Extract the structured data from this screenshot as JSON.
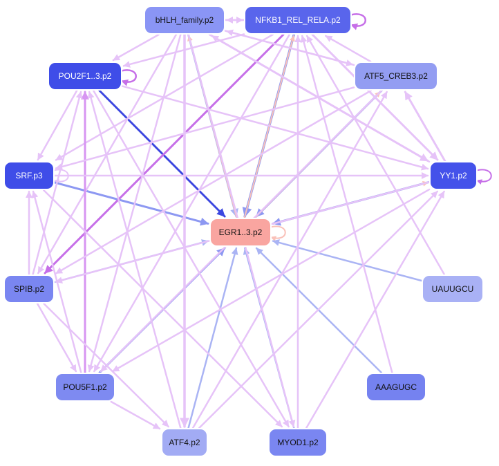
{
  "nodes": [
    {
      "id": "bHLH",
      "label": "bHLH_family.p2",
      "color": "#8a95f5",
      "text": "#111111"
    },
    {
      "id": "NFKB1",
      "label": "NFKB1_REL_RELA.p2",
      "color": "#5965ec",
      "text": "#ffffff"
    },
    {
      "id": "POU2F1",
      "label": "POU2F1..3.p2",
      "color": "#3f4de8",
      "text": "#ffffff"
    },
    {
      "id": "ATF5",
      "label": "ATF5_CREB3.p2",
      "color": "#939df2",
      "text": "#111111"
    },
    {
      "id": "SRF",
      "label": "SRF.p3",
      "color": "#3f4de8",
      "text": "#ffffff"
    },
    {
      "id": "YY1",
      "label": "YY1.p2",
      "color": "#4452ea",
      "text": "#ffffff"
    },
    {
      "id": "EGR1",
      "label": "EGR1..3.p2",
      "color": "#f9a5a0",
      "text": "#111111"
    },
    {
      "id": "SPIB",
      "label": "SPIB.p2",
      "color": "#7a86f1",
      "text": "#111111"
    },
    {
      "id": "UAUUGCU",
      "label": "UAUUGCU",
      "color": "#a9b1f5",
      "text": "#111111"
    },
    {
      "id": "POU5F1",
      "label": "POU5F1.p2",
      "color": "#7e8af1",
      "text": "#111111"
    },
    {
      "id": "AAAGUGC",
      "label": "AAAGUGC",
      "color": "#7582f0",
      "text": "#111111"
    },
    {
      "id": "ATF4",
      "label": "ATF4.p2",
      "color": "#a2abf4",
      "text": "#111111"
    },
    {
      "id": "MYOD1",
      "label": "MYOD1.p2",
      "color": "#7a86f1",
      "text": "#111111"
    }
  ],
  "edge_colors": {
    "violet": "#e6c3f8",
    "violet_mid": "#d795f2",
    "violet_strong": "#c66fe8",
    "blue_light": "#aab4f4",
    "blue_mid": "#8d98f2",
    "blue_strong": "#3c47e0",
    "salmon": "#f9c1b9"
  },
  "edges": [
    {
      "from": "EGR1",
      "to": "EGR1",
      "color": "salmon",
      "w": 2
    },
    {
      "from": "POU2F1",
      "to": "POU2F1",
      "color": "violet_strong",
      "w": 2.5
    },
    {
      "from": "NFKB1",
      "to": "NFKB1",
      "color": "violet_strong",
      "w": 2.5
    },
    {
      "from": "YY1",
      "to": "YY1",
      "color": "violet_strong",
      "w": 2
    },
    {
      "from": "SRF",
      "to": "SRF",
      "color": "violet",
      "w": 2
    },
    {
      "from": "POU2F1",
      "to": "EGR1",
      "color": "blue_strong",
      "w": 3
    },
    {
      "from": "SRF",
      "to": "EGR1",
      "color": "blue_mid",
      "w": 3
    },
    {
      "from": "SPIB",
      "to": "EGR1",
      "color": "blue_light",
      "w": 2.5
    },
    {
      "from": "POU5F1",
      "to": "EGR1",
      "color": "blue_mid",
      "w": 3
    },
    {
      "from": "ATF4",
      "to": "EGR1",
      "color": "blue_light",
      "w": 2.5
    },
    {
      "from": "MYOD1",
      "to": "EGR1",
      "color": "blue_light",
      "w": 2.5
    },
    {
      "from": "AAAGUGC",
      "to": "EGR1",
      "color": "blue_light",
      "w": 2.5
    },
    {
      "from": "UAUUGCU",
      "to": "EGR1",
      "color": "blue_light",
      "w": 2.5
    },
    {
      "from": "YY1",
      "to": "EGR1",
      "color": "blue_mid",
      "w": 3
    },
    {
      "from": "ATF5",
      "to": "EGR1",
      "color": "blue_mid",
      "w": 3
    },
    {
      "from": "NFKB1",
      "to": "EGR1",
      "color": "blue_mid",
      "w": 3.5
    },
    {
      "from": "bHLH",
      "to": "EGR1",
      "color": "blue_light",
      "w": 3
    },
    {
      "from": "EGR1",
      "to": "ATF5",
      "color": "salmon",
      "w": 2
    },
    {
      "from": "EGR1",
      "to": "YY1",
      "color": "salmon",
      "w": 2
    },
    {
      "from": "EGR1",
      "to": "NFKB1",
      "color": "salmon",
      "w": 2
    },
    {
      "from": "EGR1",
      "to": "bHLH",
      "color": "salmon",
      "w": 2
    },
    {
      "from": "NFKB1",
      "to": "SPIB",
      "color": "violet_strong",
      "w": 3
    },
    {
      "from": "NFKB1",
      "to": "bHLH",
      "color": "violet",
      "w": 2.5
    },
    {
      "from": "bHLH",
      "to": "NFKB1",
      "color": "violet",
      "w": 2.5
    },
    {
      "from": "NFKB1",
      "to": "POU2F1",
      "color": "violet",
      "w": 2.5
    },
    {
      "from": "NFKB1",
      "to": "SRF",
      "color": "violet",
      "w": 2.5
    },
    {
      "from": "NFKB1",
      "to": "POU5F1",
      "color": "violet",
      "w": 2.5
    },
    {
      "from": "NFKB1",
      "to": "YY1",
      "color": "violet",
      "w": 3
    },
    {
      "from": "ATF5",
      "to": "NFKB1",
      "color": "violet",
      "w": 2.5
    },
    {
      "from": "bHLH",
      "to": "ATF4",
      "color": "violet",
      "w": 3.5
    },
    {
      "from": "bHLH",
      "to": "POU2F1",
      "color": "violet",
      "w": 2.5
    },
    {
      "from": "bHLH",
      "to": "SPIB",
      "color": "violet",
      "w": 2.5
    },
    {
      "from": "bHLH",
      "to": "YY1",
      "color": "violet",
      "w": 3
    },
    {
      "from": "bHLH",
      "to": "POU5F1",
      "color": "violet",
      "w": 2.5
    },
    {
      "from": "bHLH",
      "to": "MYOD1",
      "color": "violet",
      "w": 2.5
    },
    {
      "from": "ATF5",
      "to": "bHLH",
      "color": "violet",
      "w": 2.5
    },
    {
      "from": "YY1",
      "to": "bHLH",
      "color": "violet",
      "w": 2.5
    },
    {
      "from": "POU2F1",
      "to": "SRF",
      "color": "violet",
      "w": 2.5
    },
    {
      "from": "POU2F1",
      "to": "YY1",
      "color": "violet",
      "w": 2.5
    },
    {
      "from": "POU2F1",
      "to": "MYOD1",
      "color": "violet",
      "w": 2.5
    },
    {
      "from": "POU5F1",
      "to": "POU2F1",
      "color": "violet_mid",
      "w": 3
    },
    {
      "from": "SPIB",
      "to": "POU2F1",
      "color": "violet",
      "w": 2.5
    },
    {
      "from": "ATF4",
      "to": "POU2F1",
      "color": "violet",
      "w": 2.5
    },
    {
      "from": "ATF5",
      "to": "SPIB",
      "color": "violet",
      "w": 2.5
    },
    {
      "from": "ATF5",
      "to": "POU5F1",
      "color": "violet",
      "w": 2.5
    },
    {
      "from": "ATF5",
      "to": "SRF",
      "color": "violet",
      "w": 2.5
    },
    {
      "from": "YY1",
      "to": "ATF5",
      "color": "violet",
      "w": 3
    },
    {
      "from": "ATF4",
      "to": "ATF5",
      "color": "violet",
      "w": 2.5
    },
    {
      "from": "SRF",
      "to": "YY1",
      "color": "violet",
      "w": 2.5
    },
    {
      "from": "SRF",
      "to": "MYOD1",
      "color": "violet",
      "w": 2.5
    },
    {
      "from": "SPIB",
      "to": "SRF",
      "color": "violet",
      "w": 2.5
    },
    {
      "from": "POU5F1",
      "to": "SRF",
      "color": "violet",
      "w": 2.5
    },
    {
      "from": "YY1",
      "to": "SPIB",
      "color": "violet",
      "w": 2.5
    },
    {
      "from": "YY1",
      "to": "POU5F1",
      "color": "violet",
      "w": 2.5
    },
    {
      "from": "ATF4",
      "to": "YY1",
      "color": "violet",
      "w": 2.5
    },
    {
      "from": "MYOD1",
      "to": "YY1",
      "color": "violet",
      "w": 2.5
    },
    {
      "from": "UAUUGCU",
      "to": "NFKB1",
      "color": "violet",
      "w": 2.5
    },
    {
      "from": "AAAGUGC",
      "to": "NFKB1",
      "color": "violet",
      "w": 2.5
    },
    {
      "from": "MYOD1",
      "to": "NFKB1",
      "color": "violet",
      "w": 2.5
    },
    {
      "from": "SPIB",
      "to": "POU5F1",
      "color": "violet",
      "w": 2.5
    },
    {
      "from": "POU5F1",
      "to": "ATF4",
      "color": "violet",
      "w": 2.5
    },
    {
      "from": "SPIB",
      "to": "ATF4",
      "color": "violet",
      "w": 2.5
    },
    {
      "from": "bHLH",
      "to": "ATF5",
      "color": "violet",
      "w": 2.5
    }
  ]
}
